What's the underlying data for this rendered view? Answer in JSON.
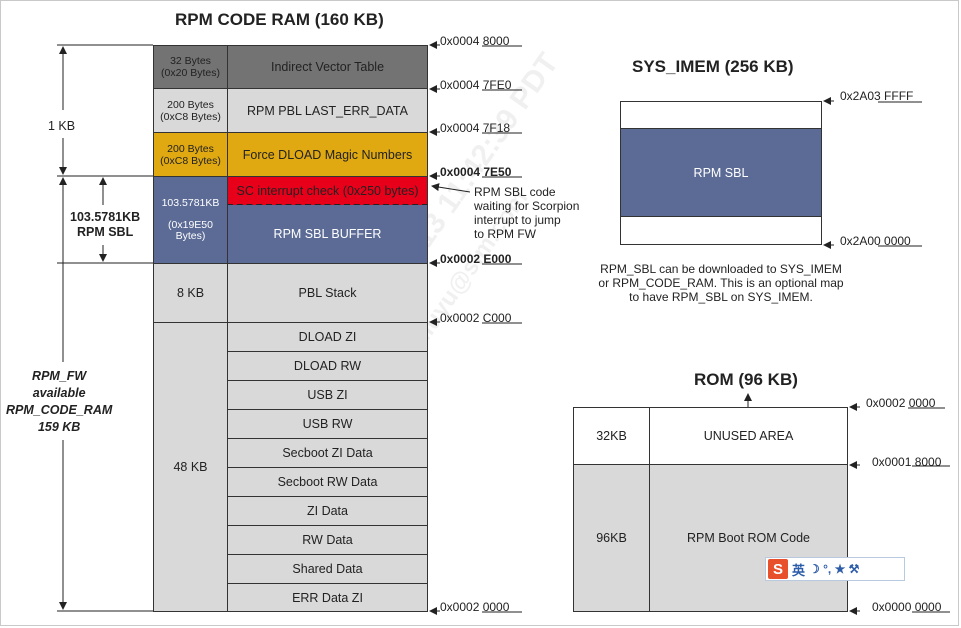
{
  "rpm_ram": {
    "title": "RPM CODE RAM (160 KB)",
    "rows": [
      {
        "size": "32 Bytes\n(0x20 Bytes)",
        "name": "Indirect Vector Table"
      },
      {
        "size": "200 Bytes\n(0xC8 Bytes)",
        "name": "RPM PBL LAST_ERR_DATA"
      },
      {
        "size": "200 Bytes\n(0xC8 Bytes)",
        "name": "Force DLOAD Magic Numbers"
      },
      {
        "size": "103.5781KB\n\n(0x19E50\nBytes)",
        "name_top": "SC interrupt check (0x250 bytes)",
        "name": "RPM SBL BUFFER"
      },
      {
        "size": "8 KB",
        "name": "PBL Stack"
      },
      {
        "size": "48 KB",
        "names": [
          "DLOAD ZI",
          "DLOAD RW",
          "USB ZI",
          "USB RW",
          "Secboot ZI Data",
          "Secboot RW Data",
          "ZI Data",
          "RW Data",
          "Shared Data",
          "ERR Data ZI"
        ]
      }
    ],
    "addresses": [
      "0x0004 8000",
      "0x0004 7FE0",
      "0x0004 7F18",
      "0x0004 7E50",
      "0x0002 E000",
      "0x0002 C000",
      "0x0002 0000"
    ],
    "left_labels": {
      "one_kb": "1 KB",
      "sbl": "103.5781KB\nRPM SBL",
      "fw": "RPM_FW\navailable\nRPM_CODE_RAM\n159 KB"
    },
    "sbl_note": "RPM SBL code\nwaiting for Scorpion\ninterrupt to jump\nto RPM FW"
  },
  "sys_imem": {
    "title": "SYS_IMEM (256 KB)",
    "block": "RPM SBL",
    "addr_top": "0x2A03 FFFF",
    "addr_bottom": "0x2A00 0000",
    "note": "RPM_SBL can be downloaded to SYS_IMEM\nor RPM_CODE_RAM. This is an optional map\nto have RPM_SBL on SYS_IMEM."
  },
  "rom": {
    "title": "ROM (96 KB)",
    "rows": [
      {
        "size": "32KB",
        "name": "UNUSED AREA"
      },
      {
        "size": "96KB",
        "name": "RPM Boot ROM Code"
      }
    ],
    "addresses": [
      "0x0002 0000",
      "0x0001 8000",
      "0x0000 0000"
    ]
  },
  "watermark": [
    "2012.03.13 11:42:39 PDT",
    "liuyu@sim.com"
  ],
  "ime": {
    "logo": "S",
    "text": "英",
    "glyphs": "☽ °, ★ ⚒"
  },
  "colors": {
    "vector": "#737373",
    "light": "#d9d9d9",
    "gold": "#e0a911",
    "blue": "#5b6b95",
    "red": "#e8001a"
  }
}
